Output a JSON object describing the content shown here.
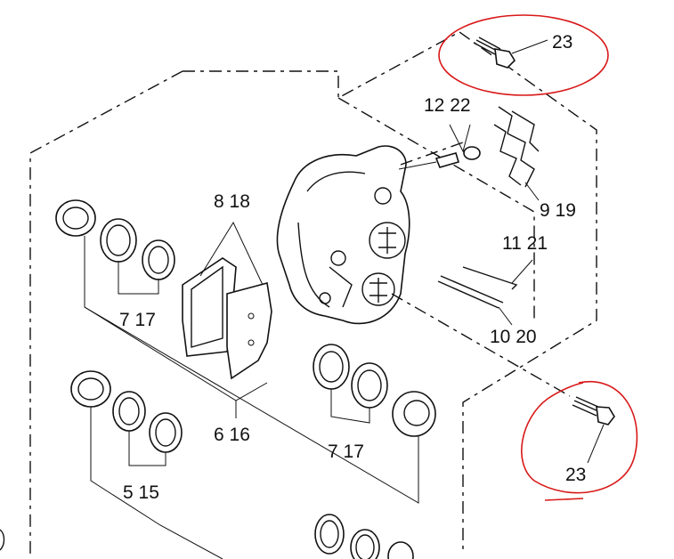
{
  "diagram": {
    "callouts": {
      "c23_top": "23",
      "c12_22": "12 22",
      "c9_19": "9 19",
      "c11_21": "11 21",
      "c10_20": "10 20",
      "c8_18": "8 18",
      "c7_17_top": "7 17",
      "c6_16": "6 16",
      "c7_17_bottom": "7 17",
      "c5_15": "5 15",
      "c23_bottom": "23"
    },
    "highlight_color": "#d81818",
    "line_color": "#111111"
  }
}
